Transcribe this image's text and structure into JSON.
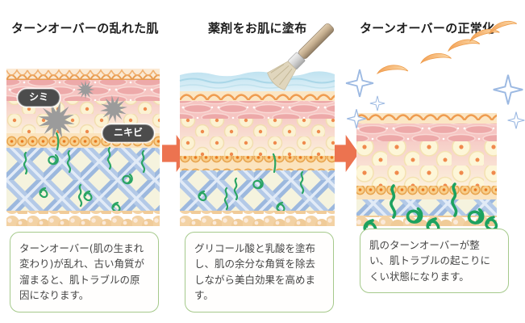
{
  "panels": [
    {
      "title": "ターンオーバーの乱れた肌",
      "description": "ターンオーバー(肌の生まれ変わり)が乱れ、古い角質が溜まると、肌トラブルの原因になります。"
    },
    {
      "title": "薬剤をお肌に塗布",
      "description": "グリコール酸と乳酸を塗布し、肌の余分な角質を除去しながら美白効果を高めます。"
    },
    {
      "title": "ターンオーバーの正常化",
      "description": "肌のターンオーバーが整い、肌トラブルの起こりにくい状態になります。"
    }
  ],
  "annotations": {
    "spot_label": "シミ",
    "acne_label": "ニキビ"
  },
  "colors": {
    "arrow": "#ec7350",
    "box_border": "#a5c98b",
    "label_bg": "#4c4c4c",
    "title_text": "#1e1e1e",
    "collagen_green": "#2aa563"
  }
}
